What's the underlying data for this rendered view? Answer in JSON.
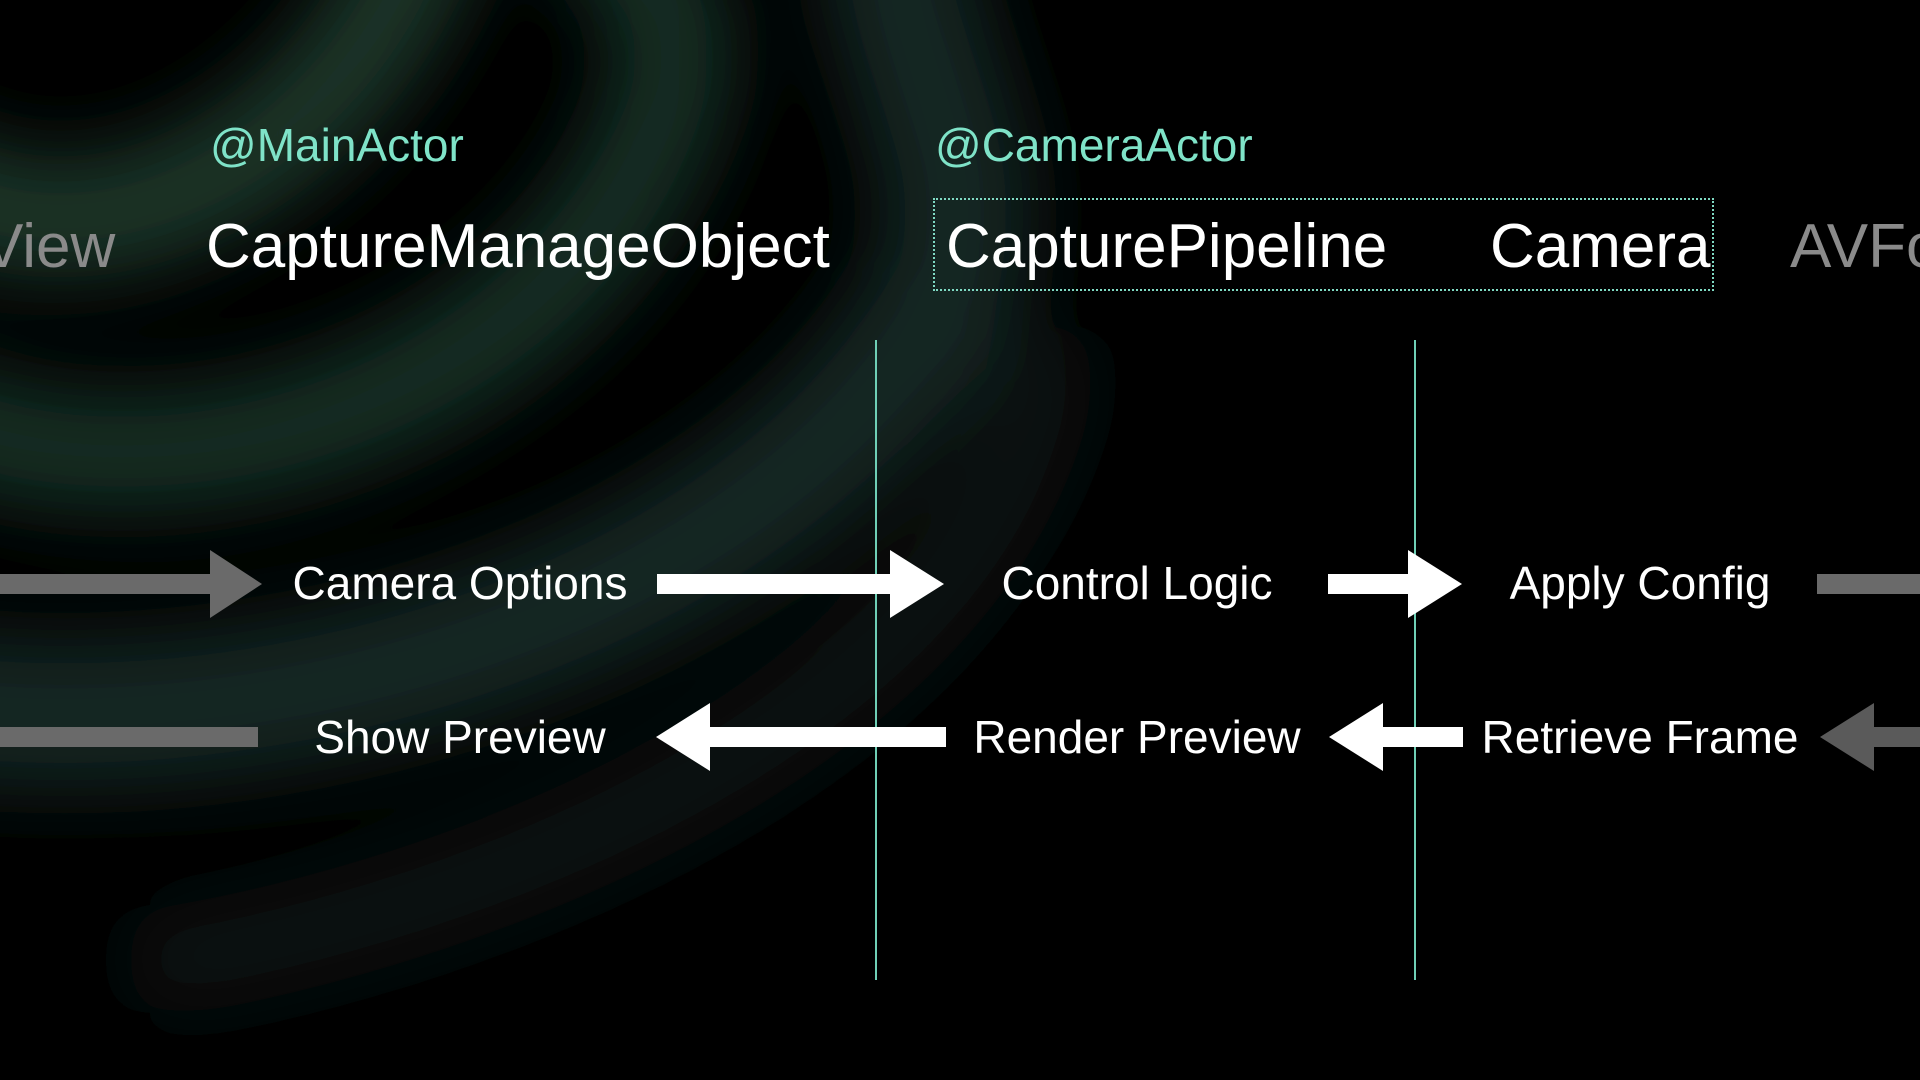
{
  "colors": {
    "background": "#000000",
    "accent": "#7fe3c8",
    "text": "#ffffff",
    "dim_text": "#8a8a8a",
    "arrow": "#ffffff",
    "dim_arrow": "#6a6a6a",
    "swirl": "#1f3a30"
  },
  "actors": {
    "main": "@MainActor",
    "camera": "@CameraActor"
  },
  "columns": {
    "view": "View",
    "capture_manage_object": "CaptureManageObject",
    "capture_pipeline": "CapturePipeline",
    "camera": "Camera",
    "avfoundation": "AVFo"
  },
  "flow_forward": {
    "camera_options": "Camera Options",
    "control_logic": "Control Logic",
    "apply_config": "Apply Config"
  },
  "flow_back": {
    "show_preview": "Show Preview",
    "render_preview": "Render Preview",
    "retrieve_frame": "Retrieve Frame"
  },
  "arrows": [
    {
      "name": "arrow-view-to-camera-options",
      "direction": "right",
      "style": "dim"
    },
    {
      "name": "arrow-camera-options-to-control-logic",
      "direction": "right",
      "style": "bright"
    },
    {
      "name": "arrow-control-logic-to-apply-config",
      "direction": "right",
      "style": "bright"
    },
    {
      "name": "arrow-apply-config-to-avfoundation",
      "direction": "right",
      "style": "dim"
    },
    {
      "name": "arrow-avfoundation-to-retrieve-frame",
      "direction": "left",
      "style": "dim"
    },
    {
      "name": "arrow-retrieve-frame-to-render-preview",
      "direction": "left",
      "style": "bright"
    },
    {
      "name": "arrow-render-preview-to-show-preview",
      "direction": "left",
      "style": "bright"
    },
    {
      "name": "arrow-show-preview-to-view",
      "direction": "left",
      "style": "dim"
    }
  ]
}
